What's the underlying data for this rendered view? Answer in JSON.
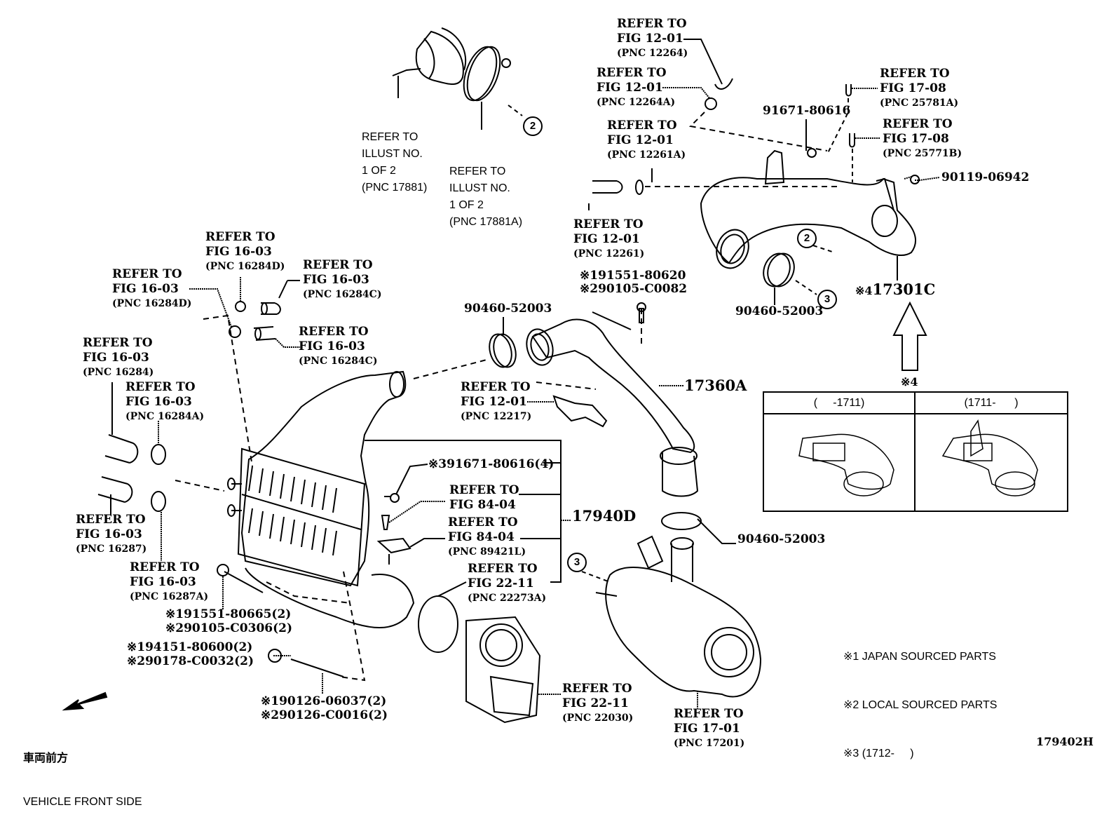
{
  "diagram": {
    "type": "exploded parts diagram",
    "illustration_id": "179402H",
    "direction_label": {
      "japanese": "車両前方",
      "english": "VEHICLE FRONT SIDE",
      "icon": "arrow-down-left-icon"
    },
    "notes": [
      "※1 JAPAN SOURCED PARTS",
      "※2 LOCAL SOURCED PARTS",
      "※3 (1712-     )"
    ],
    "inset": {
      "marker": "※4",
      "columns": [
        "(     -1711)",
        "(1711-      )"
      ]
    },
    "part_numbers": {
      "p17301c_marker": "※4",
      "p17301c": "17301C",
      "p17360a": "17360A",
      "p17940d": "17940D",
      "p90460_top_left": "90460-52003",
      "p90460_top_right": "90460-52003",
      "p90460_mid": "90460-52003",
      "p91671_top": "91671-80616",
      "p90119": "90119-06942",
      "p191551_80620": "※191551-80620",
      "p290105_c0082": "※290105-C0082",
      "p91671_qty": "※391671-80616(4)",
      "p191551_80665": "※191551-80665(2)",
      "p290105_c0306": "※290105-C0306(2)",
      "p194151_80600": "※194151-80600(2)",
      "p290178_c0032": "※290178-C0032(2)",
      "p190126_06037": "※190126-06037(2)",
      "p290126_c0016": "※290126-C0016(2)"
    },
    "circle_callouts": [
      "2",
      "2",
      "3",
      "3",
      "3"
    ],
    "references": [
      {
        "l1": "REFER TO",
        "l2": "ILLUST NO.",
        "l3": "1 OF 2",
        "pnc": "(PNC 17881)"
      },
      {
        "l1": "REFER TO",
        "l2": "ILLUST NO.",
        "l3": "1 OF 2",
        "pnc": "(PNC 17881A)"
      },
      {
        "l1": "REFER TO",
        "l2": "FIG 12-01",
        "pnc": "(PNC 12264)"
      },
      {
        "l1": "REFER TO",
        "l2": "FIG 12-01",
        "pnc": "(PNC 12264A)"
      },
      {
        "l1": "REFER TO",
        "l2": "FIG 12-01",
        "pnc": "(PNC 12261A)"
      },
      {
        "l1": "REFER TO",
        "l2": "FIG 12-01",
        "pnc": "(PNC 12261)"
      },
      {
        "l1": "REFER TO",
        "l2": "FIG 17-08",
        "pnc": "(PNC 25781A)"
      },
      {
        "l1": "REFER TO",
        "l2": "FIG 17-08",
        "pnc": "(PNC 25771B)"
      },
      {
        "l1": "REFER TO",
        "l2": "FIG 16-03",
        "pnc": "(PNC 16284D)"
      },
      {
        "l1": "REFER TO",
        "l2": "FIG 16-03",
        "pnc": "(PNC 16284D)"
      },
      {
        "l1": "REFER TO",
        "l2": "FIG 16-03",
        "pnc": "(PNC 16284C)"
      },
      {
        "l1": "REFER TO",
        "l2": "FIG 16-03",
        "pnc": "(PNC 16284C)"
      },
      {
        "l1": "REFER TO",
        "l2": "FIG 16-03",
        "pnc": "(PNC 16284)"
      },
      {
        "l1": "REFER TO",
        "l2": "FIG 16-03",
        "pnc": "(PNC 16284A)"
      },
      {
        "l1": "REFER TO",
        "l2": "FIG 16-03",
        "pnc": "(PNC 16287)"
      },
      {
        "l1": "REFER TO",
        "l2": "FIG 16-03",
        "pnc": "(PNC 16287A)"
      },
      {
        "l1": "REFER TO",
        "l2": "FIG 12-01",
        "pnc": "(PNC 12217)"
      },
      {
        "l1": "REFER TO",
        "l2": "FIG 84-04",
        "pnc": ""
      },
      {
        "l1": "REFER TO",
        "l2": "FIG 84-04",
        "pnc": "(PNC 89421L)"
      },
      {
        "l1": "REFER TO",
        "l2": "FIG 22-11",
        "pnc": "(PNC 22273A)"
      },
      {
        "l1": "REFER TO",
        "l2": "FIG 22-11",
        "pnc": "(PNC 22030)"
      },
      {
        "l1": "REFER TO",
        "l2": "FIG 17-01",
        "pnc": "(PNC 17201)"
      }
    ]
  }
}
